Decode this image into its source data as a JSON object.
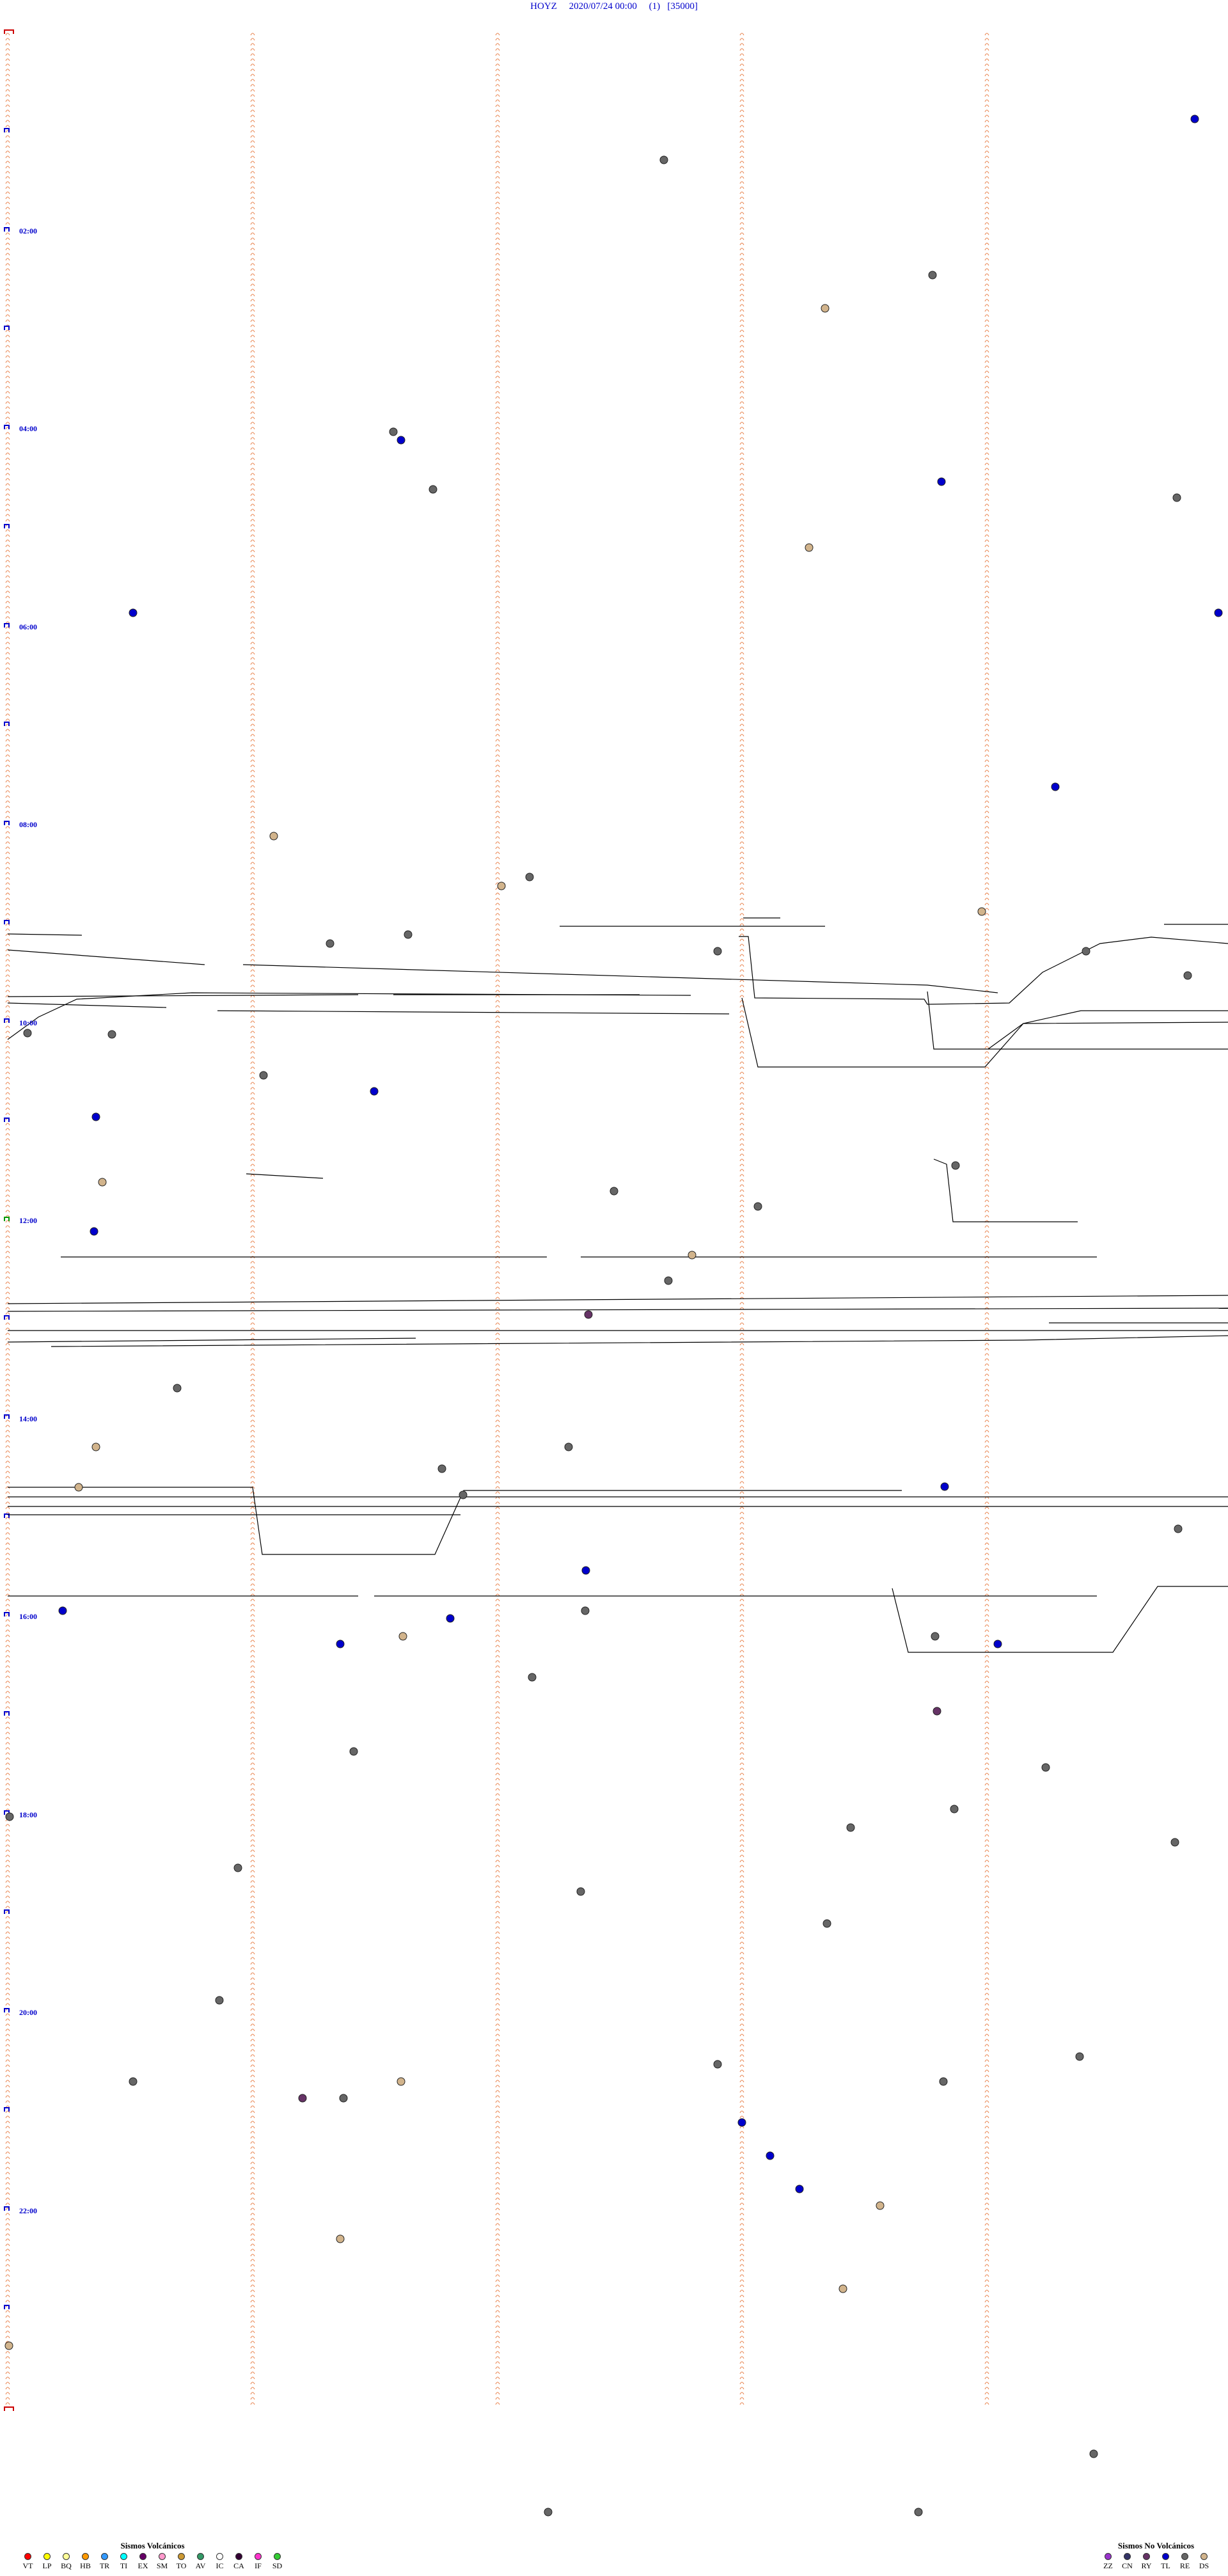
{
  "header": {
    "station": "HOYZ",
    "date": "2020/07/24 00:00",
    "channel": "(1)",
    "scale": "[35000]"
  },
  "hour_labels": [
    "02:00",
    "04:00",
    "06:00",
    "08:00",
    "10:00",
    "12:00",
    "14:00",
    "16:00",
    "18:00",
    "20:00",
    "22:00"
  ],
  "colors": {
    "trace": "#e8804a",
    "hour_label": "#0000cc",
    "bracket_red": "#cc0000",
    "bracket_blue": "#0000cc",
    "bracket_green": "#009900",
    "dark_line": "#000000"
  },
  "legend_volcanic": {
    "title": "Sismos Volcánicos",
    "items": [
      {
        "code": "VT",
        "color": "#ff0000"
      },
      {
        "code": "LP",
        "color": "#ffff00"
      },
      {
        "code": "BQ",
        "color": "#ffff99"
      },
      {
        "code": "HB",
        "color": "#ff9900"
      },
      {
        "code": "TR",
        "color": "#3399ff"
      },
      {
        "code": "TI",
        "color": "#00ffff"
      },
      {
        "code": "EX",
        "color": "#660066"
      },
      {
        "code": "SM",
        "color": "#ff99cc"
      },
      {
        "code": "TO",
        "color": "#cc9933"
      },
      {
        "code": "AV",
        "color": "#339966"
      },
      {
        "code": "IC",
        "color": "#ffffff"
      },
      {
        "code": "CA",
        "color": "#330033"
      },
      {
        "code": "IF",
        "color": "#ff33cc"
      },
      {
        "code": "SD",
        "color": "#33cc33"
      }
    ]
  },
  "legend_nonvolcanic": {
    "title": "Sismos No Volcánicos",
    "items": [
      {
        "code": "ZZ",
        "color": "#9933cc"
      },
      {
        "code": "CN",
        "color": "#333366"
      },
      {
        "code": "RY",
        "color": "#663366"
      },
      {
        "code": "TL",
        "color": "#0000cc"
      },
      {
        "code": "RE",
        "color": "#666666"
      },
      {
        "code": "DS",
        "color": "#d2b48c"
      }
    ]
  }
}
